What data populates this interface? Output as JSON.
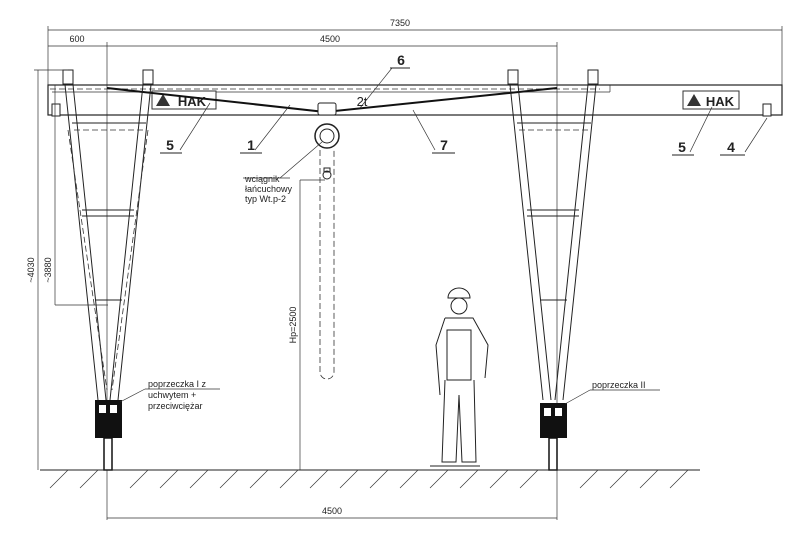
{
  "dimensions": {
    "total_width": "7350",
    "overhang": "600",
    "span_top": "4500",
    "span_bottom": "4500",
    "height_total": "~4030",
    "height_beam": "~3880",
    "hook_height": "Hp=2500"
  },
  "beam": {
    "capacity": "2t",
    "brand_left": "HAK",
    "brand_right": "HAK"
  },
  "part_labels": {
    "beam": "1",
    "end_stop": "4",
    "logo_left": "5",
    "logo_right": "5",
    "capacity_plate": "6",
    "tie_rod": "7"
  },
  "notes": {
    "hoist": [
      "wciągnik",
      "łańcuchowy",
      "typ Wt.p-2"
    ],
    "crossbar_left": [
      "poprzeczka I z",
      "uchwytem +",
      "przeciwciężar"
    ],
    "crossbar_right": "poprzeczka II"
  }
}
